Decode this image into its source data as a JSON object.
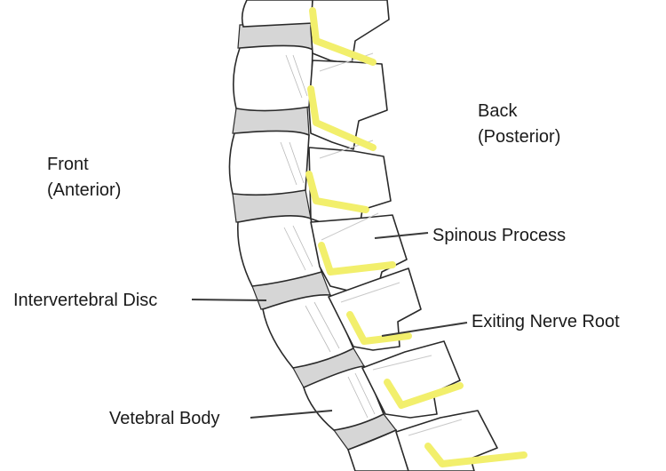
{
  "labels": {
    "back_line1": "Back",
    "back_line2": "(Posterior)",
    "front_line1": "Front",
    "front_line2": "(Anterior)",
    "spinous_process": "Spinous Process",
    "intervertebral_disc": "Intervertebral Disc",
    "exiting_nerve_root": "Exiting Nerve Root",
    "vertebral_body": "Vetebral Body"
  },
  "colors": {
    "nerve": "#f2ef6c",
    "disc": "#d6d6d6",
    "outline": "#2a2a2a"
  }
}
